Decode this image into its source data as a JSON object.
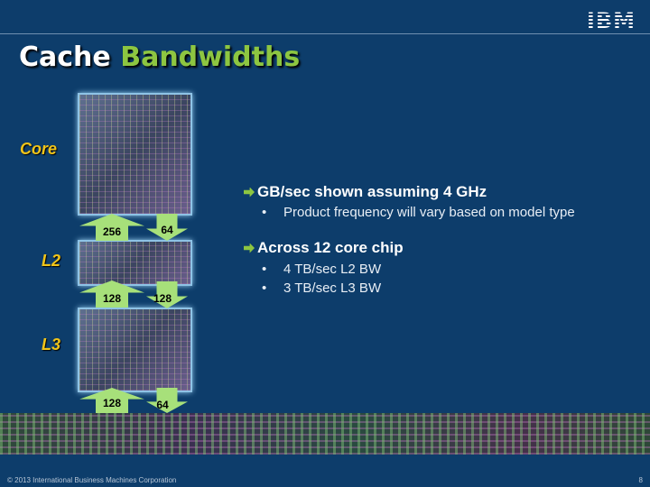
{
  "header": {
    "logo": "IBM"
  },
  "title": {
    "part1": "Cache",
    "part2": "Bandwidths"
  },
  "levels": {
    "core": "Core",
    "l2": "L2",
    "l3": "L3"
  },
  "bandwidths": {
    "core_l2_up": "256",
    "core_l2_down": "64",
    "l2_l3_up": "128",
    "l2_l3_down": "128",
    "l3_mem_up": "128",
    "l3_mem_down": "64"
  },
  "bullets": [
    {
      "main": "GB/sec shown assuming 4 GHz",
      "subs": [
        "Product frequency will vary based on model type"
      ]
    },
    {
      "main": "Across 12 core chip",
      "subs": [
        "4 TB/sec L2 BW",
        "3 TB/sec L3 BW"
      ]
    }
  ],
  "footer": {
    "copyright": "© 2013 International Business Machines Corporation",
    "page": "8"
  },
  "colors": {
    "background": "#0d3d6b",
    "accent_green": "#8dc641",
    "level_label": "#f0c419",
    "arrow": "#a7e07a"
  }
}
